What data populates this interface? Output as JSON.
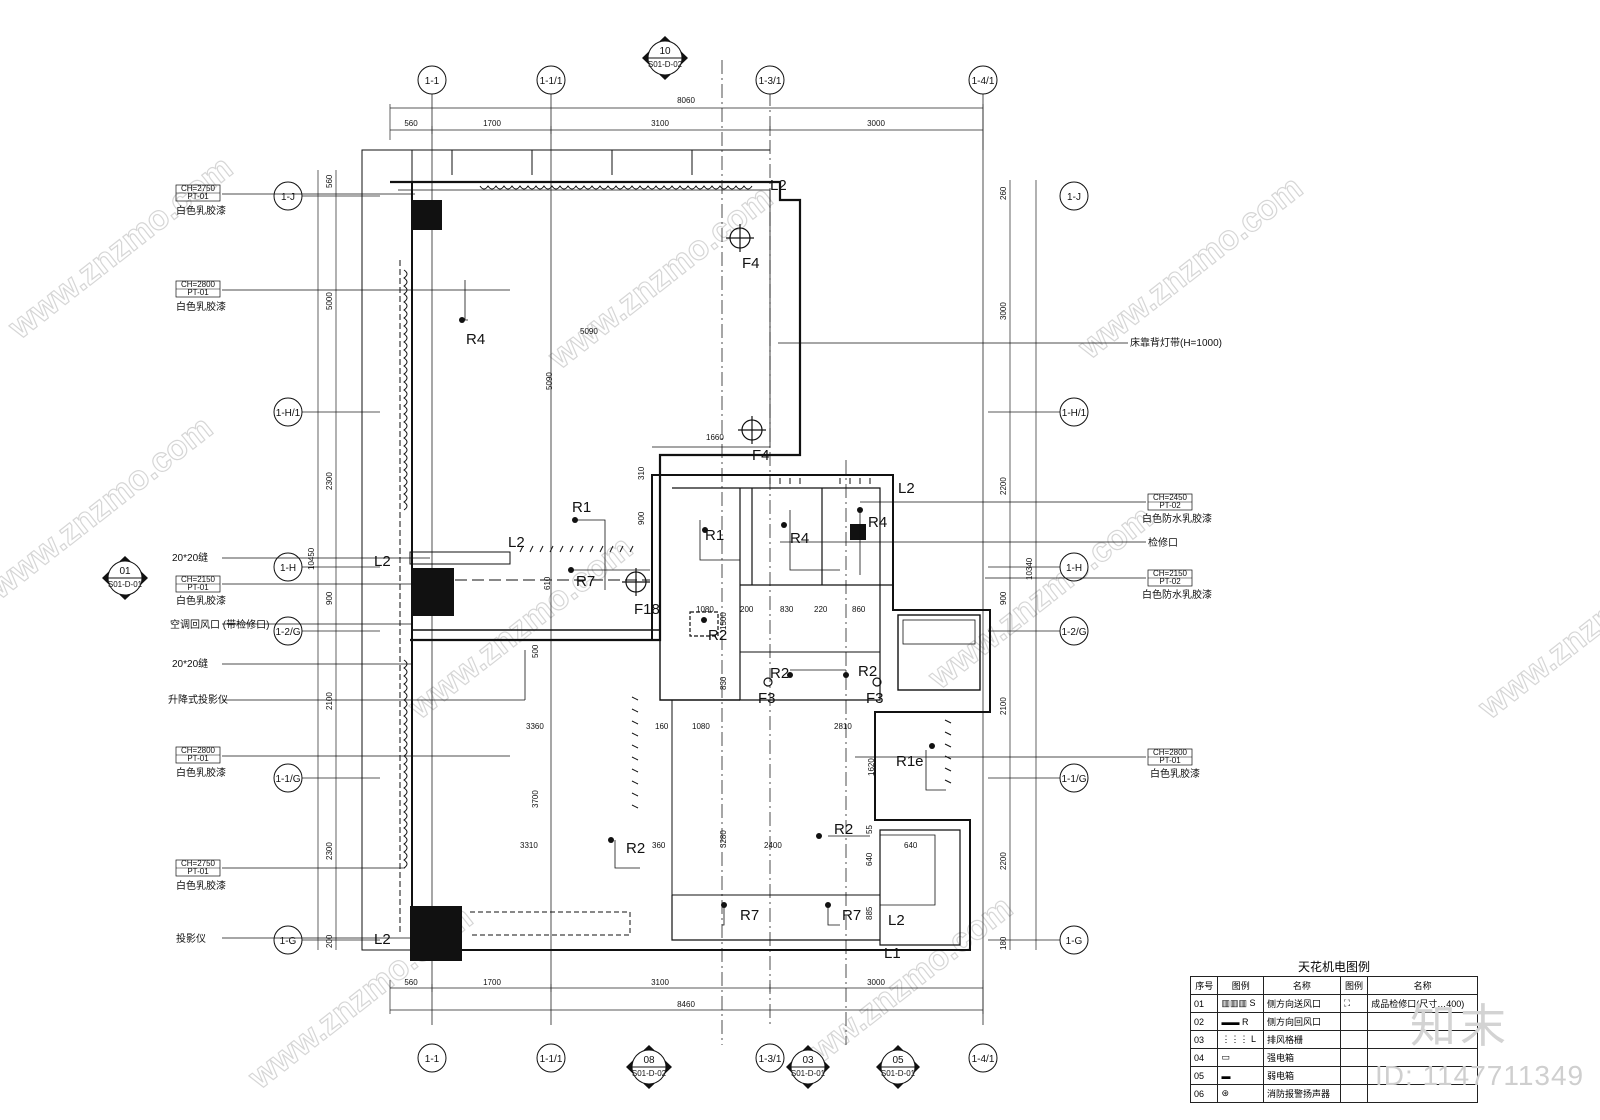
{
  "sheet_refs": [
    {
      "num": "10",
      "sheet": "S01-D-02"
    },
    {
      "num": "01",
      "sheet": "S01-D-01"
    },
    {
      "num": "08",
      "sheet": "S01-D-02"
    },
    {
      "num": "03",
      "sheet": "S01-D-01"
    },
    {
      "num": "05",
      "sheet": "S01-D-01"
    }
  ],
  "grid_top": [
    "1-1",
    "1-1/1",
    "1-3/1",
    "1-4/1"
  ],
  "grid_left": [
    "1-J",
    "1-H/1",
    "1-H",
    "1-2/G",
    "1-1/G",
    "1-G"
  ],
  "dims_top": {
    "total": "8060",
    "seg": [
      "560",
      "1700",
      "3100",
      "3000"
    ]
  },
  "dims_bottom": {
    "total": "8460",
    "seg": [
      "560",
      "1700",
      "3100",
      "3000"
    ]
  },
  "dims_left": [
    "560",
    "5000",
    "2300",
    "900",
    "2100",
    "2300",
    "200",
    "10450"
  ],
  "dims_right": [
    "260",
    "3000",
    "2200",
    "900",
    "2100",
    "2200",
    "180",
    "10340"
  ],
  "inner_dims": [
    "5090",
    "5090",
    "1660",
    "310",
    "900",
    "610",
    "1080",
    "200",
    "830",
    "220",
    "860",
    "500",
    "830",
    "160",
    "3360",
    "1080",
    "2810",
    "3700",
    "1620",
    "3310",
    "360",
    "3280",
    "2400",
    "640",
    "55",
    "640",
    "885",
    "1500"
  ],
  "left_notes": [
    {
      "tag1": "CH=2750",
      "tag2": "PT-01",
      "text": "白色乳胶漆"
    },
    {
      "tag1": "CH=2800",
      "tag2": "PT-01",
      "text": "白色乳胶漆"
    },
    {
      "text": "20*20缝"
    },
    {
      "tag1": "CH=2150",
      "tag2": "PT-01",
      "text": "白色乳胶漆"
    },
    {
      "text": "空调回风口 (带检修口)"
    },
    {
      "text": "20*20缝"
    },
    {
      "text": "升降式投影仪"
    },
    {
      "tag1": "CH=2800",
      "tag2": "PT-01",
      "text": "白色乳胶漆"
    },
    {
      "tag1": "CH=2750",
      "tag2": "PT-01",
      "text": "白色乳胶漆"
    },
    {
      "text": "投影仪"
    }
  ],
  "right_notes": [
    {
      "text": "床靠背灯带(H=1000)"
    },
    {
      "tag1": "CH=2450",
      "tag2": "PT-02",
      "text": "白色防水乳胶漆"
    },
    {
      "text": "检修口"
    },
    {
      "tag1": "CH=2150",
      "tag2": "PT-02",
      "text": "白色防水乳胶漆"
    },
    {
      "tag1": "CH=2800",
      "tag2": "PT-01",
      "text": "白色乳胶漆"
    }
  ],
  "fixture_tags": [
    "L2",
    "F4",
    "R4",
    "F4",
    "L2",
    "R1",
    "R1",
    "R4",
    "R4",
    "L2",
    "L2",
    "R7",
    "F18",
    "R2",
    "R2",
    "R2",
    "F3",
    "F3",
    "R1e",
    "R2",
    "R2",
    "R7",
    "R7",
    "L2",
    "L2",
    "L1"
  ],
  "legend": {
    "title": "天花机电图例",
    "headers": [
      "序号",
      "图例",
      "名称",
      "图例",
      "名称"
    ],
    "rows": [
      {
        "no": "01",
        "sym": "S",
        "name": "侧方向送风口",
        "sym2": "",
        "name2": "成品检修口(尺寸…400)"
      },
      {
        "no": "02",
        "sym": "R",
        "name": "侧方向回风口",
        "sym2": "",
        "name2": ""
      },
      {
        "no": "03",
        "sym": "L",
        "name": "排风格栅",
        "sym2": "",
        "name2": ""
      },
      {
        "no": "04",
        "sym": "",
        "name": "强电箱",
        "sym2": "",
        "name2": ""
      },
      {
        "no": "05",
        "sym": "",
        "name": "弱电箱",
        "sym2": "",
        "name2": ""
      },
      {
        "no": "06",
        "sym": "",
        "name": "消防报警扬声器",
        "sym2": "",
        "name2": ""
      }
    ]
  },
  "watermark": "www.znzmo.com",
  "stamp": {
    "logo": "知末",
    "id": "ID: 1147711349"
  }
}
